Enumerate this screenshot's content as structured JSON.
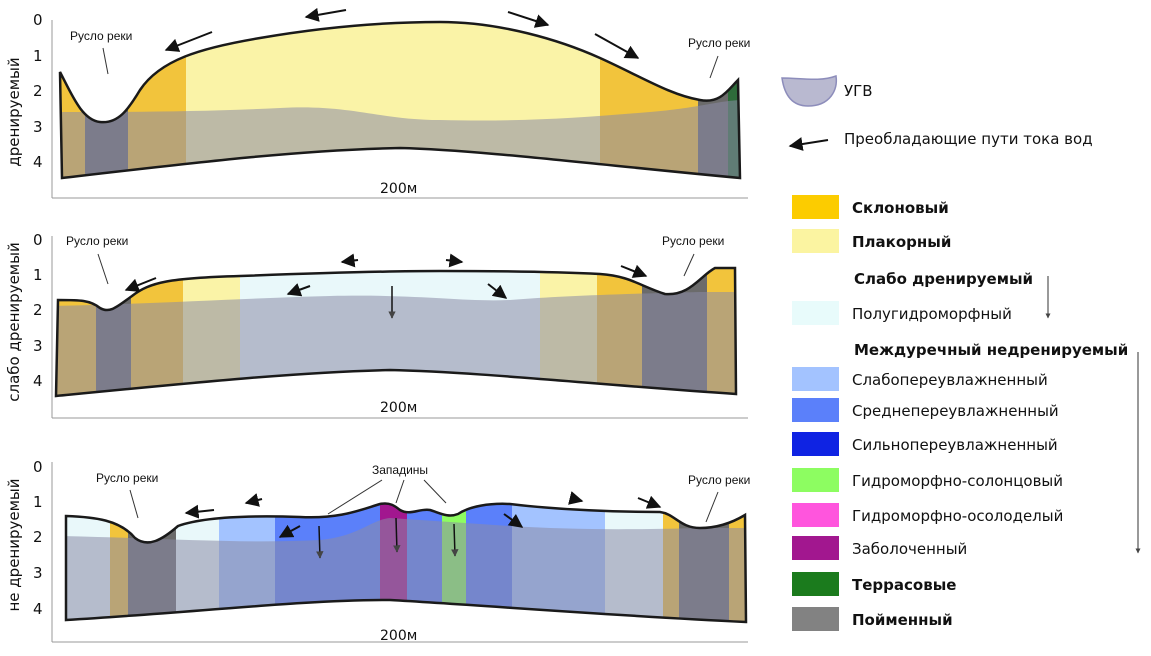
{
  "panels": [
    {
      "side_label": "дренируемый",
      "depth_ticks": [
        "0",
        "1",
        "2",
        "3",
        "4"
      ],
      "river_left": "Русло реки",
      "river_right": "Русло реки",
      "scale": "200м"
    },
    {
      "side_label": "слабо дренируемый",
      "depth_ticks": [
        "0",
        "1",
        "2",
        "3",
        "4"
      ],
      "river_left": "Русло реки",
      "river_right": "Русло реки",
      "scale": "200м"
    },
    {
      "side_label": "не дренируемый",
      "depth_ticks": [
        "0",
        "1",
        "2",
        "3",
        "4"
      ],
      "river_left": "Русло реки",
      "river_right": "Русло реки",
      "depressions": "Западины",
      "scale": "200м"
    }
  ],
  "legend": {
    "ugv": "УГВ",
    "flow": "Преобладающие пути тока вод",
    "items": [
      {
        "label": "Склоновый",
        "color": "#fccc00",
        "bold": true
      },
      {
        "label": "Плакорный",
        "color": "#fbf4a1",
        "bold": true
      },
      {
        "label": "Слабо дренируемый",
        "color": null,
        "bold": true
      },
      {
        "label": "Полугидроморфный",
        "color": "#e8fbfb",
        "bold": false
      },
      {
        "label": "Междуречный недренируемый",
        "color": null,
        "bold": true
      },
      {
        "label": "Слабопереувлажненный",
        "color": "#a3c3ff",
        "bold": false
      },
      {
        "label": "Среднепереувлажненный",
        "color": "#5b80fa",
        "bold": false
      },
      {
        "label": "Сильнопереувлажненный",
        "color": "#0f23e3",
        "bold": false
      },
      {
        "label": "Гидроморфно-солонцовый",
        "color": "#8dfd61",
        "bold": false
      },
      {
        "label": "Гидроморфно-осолоделый",
        "color": "#ff55dd",
        "bold": false
      },
      {
        "label": "Заболоченный",
        "color": "#a2178f",
        "bold": false
      },
      {
        "label": "Террасовые",
        "color": "#1b7b1d",
        "bold": true
      },
      {
        "label": "Пойменный",
        "color": "#828282",
        "bold": true
      }
    ]
  }
}
